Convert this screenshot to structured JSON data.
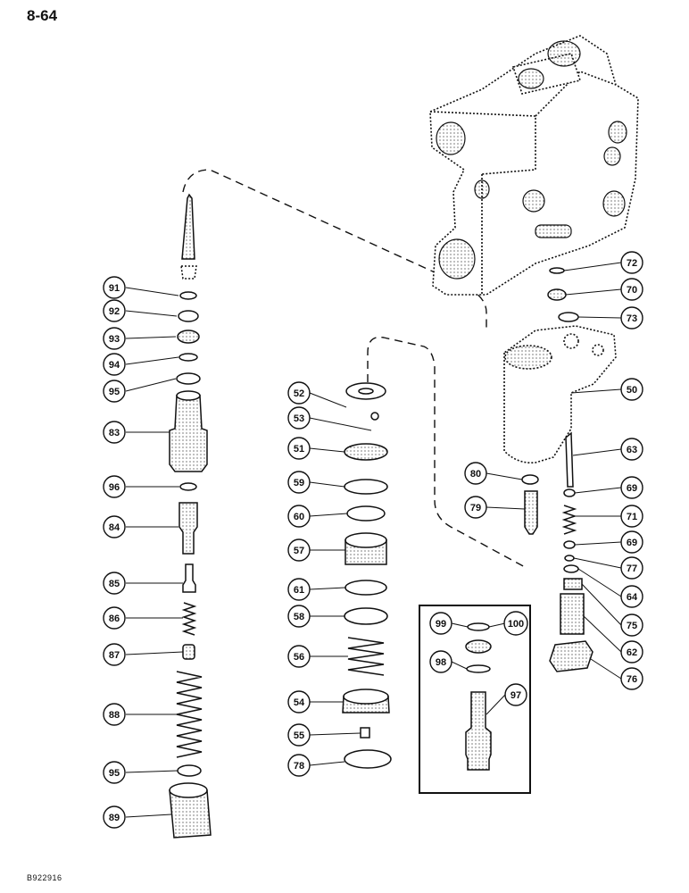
{
  "page": {
    "number": "8-64",
    "figure_code": "B922916"
  },
  "callouts": [
    {
      "id": "c91",
      "label": "91"
    },
    {
      "id": "c92",
      "label": "92"
    },
    {
      "id": "c93",
      "label": "93"
    },
    {
      "id": "c94",
      "label": "94"
    },
    {
      "id": "c95a",
      "label": "95"
    },
    {
      "id": "c83",
      "label": "83"
    },
    {
      "id": "c96",
      "label": "96"
    },
    {
      "id": "c84",
      "label": "84"
    },
    {
      "id": "c85",
      "label": "85"
    },
    {
      "id": "c86",
      "label": "86"
    },
    {
      "id": "c87",
      "label": "87"
    },
    {
      "id": "c88",
      "label": "88"
    },
    {
      "id": "c95b",
      "label": "95"
    },
    {
      "id": "c89",
      "label": "89"
    },
    {
      "id": "c52",
      "label": "52"
    },
    {
      "id": "c53",
      "label": "53"
    },
    {
      "id": "c51",
      "label": "51"
    },
    {
      "id": "c59",
      "label": "59"
    },
    {
      "id": "c60",
      "label": "60"
    },
    {
      "id": "c57",
      "label": "57"
    },
    {
      "id": "c61",
      "label": "61"
    },
    {
      "id": "c58",
      "label": "58"
    },
    {
      "id": "c56",
      "label": "56"
    },
    {
      "id": "c54",
      "label": "54"
    },
    {
      "id": "c55",
      "label": "55"
    },
    {
      "id": "c78",
      "label": "78"
    },
    {
      "id": "c72",
      "label": "72"
    },
    {
      "id": "c70",
      "label": "70"
    },
    {
      "id": "c73",
      "label": "73"
    },
    {
      "id": "c50",
      "label": "50"
    },
    {
      "id": "c63",
      "label": "63"
    },
    {
      "id": "c80",
      "label": "80"
    },
    {
      "id": "c79",
      "label": "79"
    },
    {
      "id": "c69a",
      "label": "69"
    },
    {
      "id": "c71",
      "label": "71"
    },
    {
      "id": "c69b",
      "label": "69"
    },
    {
      "id": "c77",
      "label": "77"
    },
    {
      "id": "c64",
      "label": "64"
    },
    {
      "id": "c75",
      "label": "75"
    },
    {
      "id": "c62",
      "label": "62"
    },
    {
      "id": "c76",
      "label": "76"
    },
    {
      "id": "c99",
      "label": "99"
    },
    {
      "id": "c100",
      "label": "100"
    },
    {
      "id": "c98",
      "label": "98"
    },
    {
      "id": "c97",
      "label": "97"
    }
  ]
}
